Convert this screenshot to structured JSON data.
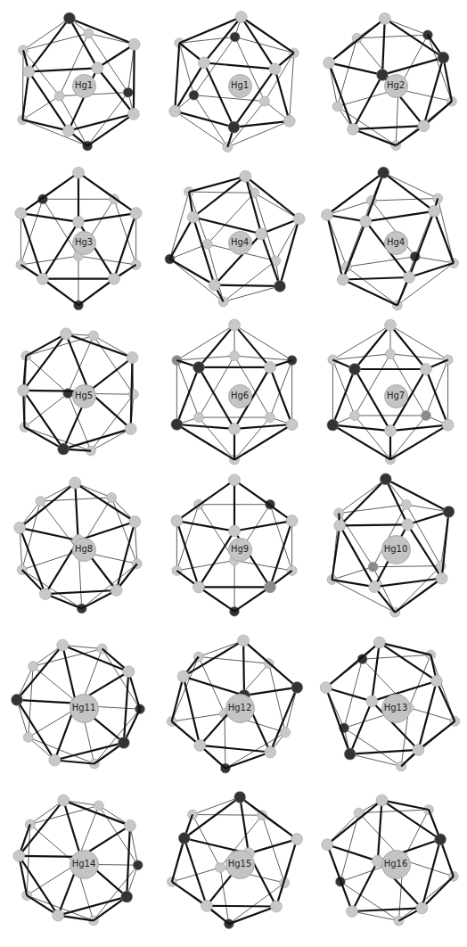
{
  "diagram": {
    "nodes": [
      {
        "text": [
          "Hg1"
        ]
      },
      {
        "text": [
          "Hg1"
        ]
      },
      {
        "text": [
          "Hg2"
        ]
      },
      {
        "text": [
          "Hg3"
        ]
      },
      {
        "text": [
          "Hg4"
        ]
      },
      {
        "text": [
          "Hg4"
        ]
      },
      {
        "text": [
          "Hg5"
        ]
      },
      {
        "text": [
          "Hg6"
        ]
      },
      {
        "text": [
          "Hg7"
        ]
      },
      {
        "text": [
          "Hg8"
        ]
      },
      {
        "text": [
          "Hg9"
        ]
      },
      {
        "text": [
          "Hg10"
        ]
      },
      {
        "text": [
          "Hg11"
        ]
      },
      {
        "text": [
          "Hg12"
        ]
      },
      {
        "text": [
          "Hg13"
        ]
      },
      {
        "text": [
          "Hg14"
        ]
      },
      {
        "text": [
          "Hg15"
        ]
      },
      {
        "text": [
          "Hg16"
        ]
      }
    ]
  }
}
